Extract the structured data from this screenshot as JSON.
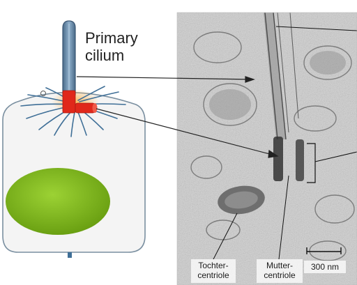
{
  "labels": {
    "primary_line1": "Primary",
    "primary_line2": "cilium",
    "daughter_line1": "Tochter-",
    "daughter_line2": "centriole",
    "mother_line1": "Mutter-",
    "mother_line2": "centriole",
    "scale_bar": "300 nm"
  },
  "colors": {
    "cell_fill": "#f4f4f4",
    "cell_stroke": "#7a8fa0",
    "nucleus": "#7cb518",
    "cilium": "#5e7f9c",
    "centriole": "#e0281b",
    "microtubules": "#3f6f97",
    "micrograph_bg": "#cfcfcf"
  }
}
